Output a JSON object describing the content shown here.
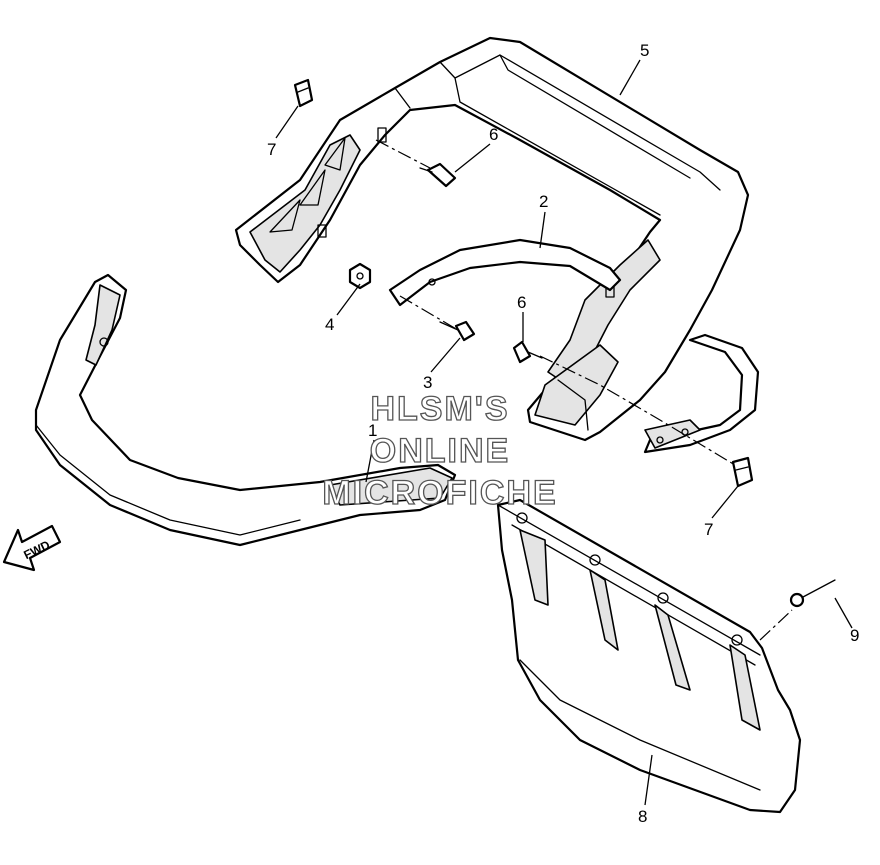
{
  "callouts": {
    "c1": "1",
    "c2": "2",
    "c3": "3",
    "c4": "4",
    "c5": "5",
    "c6a": "6",
    "c6b": "6",
    "c7a": "7",
    "c7b": "7",
    "c8": "8",
    "c9": "9"
  },
  "direction_arrow": {
    "label": "FWD"
  },
  "watermark": {
    "line1": "HLSM'S",
    "line2": "ONLINE",
    "line3": "MICROFICHE"
  }
}
